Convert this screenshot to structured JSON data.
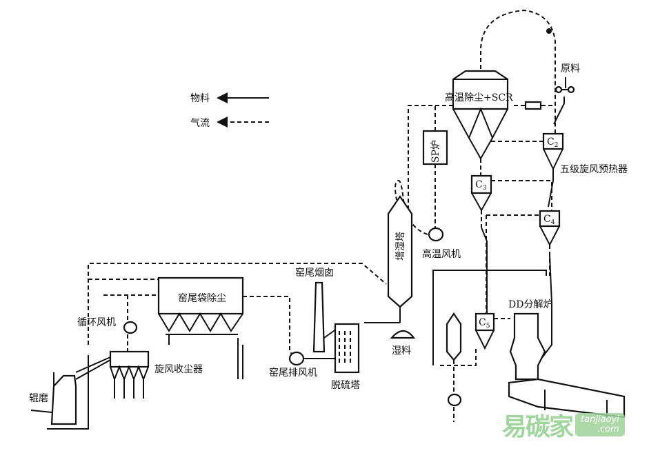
{
  "legend": {
    "material": "物料",
    "airflow": "气流"
  },
  "labels": {
    "dust_scr": "高温除尘+SCR",
    "raw_material": "原料",
    "sp_furnace": "SP炉",
    "preheater": "五级旋风预热器",
    "high_temp_fan": "高温风机",
    "humidifier": "增湿塔",
    "wet_material": "湿料",
    "dd_calciner": "DD分解炉",
    "kiln_stack": "窑尾烟囱",
    "kiln_bag_filter": "窑尾袋除尘",
    "circulation_fan": "循环风机",
    "cyclone_collector": "旋风收尘器",
    "kiln_exhaust_fan": "窑尾排风机",
    "desulfurization_tower": "脱硫塔",
    "roller_mill": "辊磨"
  },
  "cyclones": {
    "c2": {
      "letter": "C",
      "sub": "2"
    },
    "c3": {
      "letter": "C",
      "sub": "3"
    },
    "c4": {
      "letter": "C",
      "sub": "4"
    },
    "c5": {
      "letter": "C",
      "sub": "5"
    }
  },
  "watermark": {
    "cn": "易碳家",
    "domain": "tanjiaoyi",
    "tld": ".com"
  },
  "colors": {
    "wm_green": "#8fcf8a",
    "wm_orange": "#f3b98a"
  }
}
